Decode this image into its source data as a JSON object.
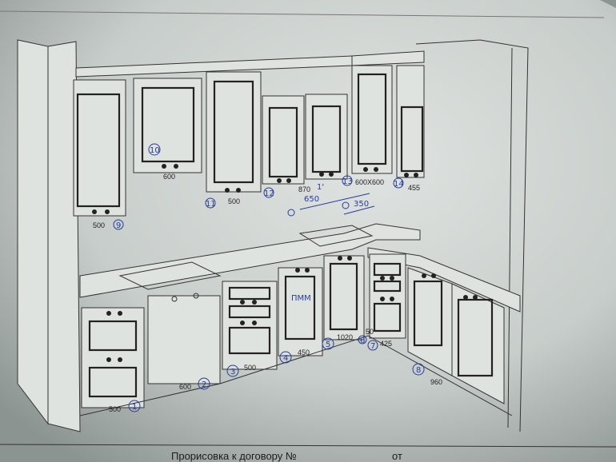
{
  "drawing": {
    "upper_modules": [
      {
        "num": "9",
        "width": "500"
      },
      {
        "num": "10",
        "width": "600"
      },
      {
        "num": "11",
        "width": "500"
      },
      {
        "num": "12",
        "width": "870"
      },
      {
        "num": "13",
        "width": "600X600"
      },
      {
        "num": "14",
        "width": "455"
      }
    ],
    "lower_modules": [
      {
        "num": "1",
        "width": "500"
      },
      {
        "num": "2",
        "width": "600"
      },
      {
        "num": "3",
        "width": "500"
      },
      {
        "num": "4",
        "width": "450"
      },
      {
        "num": "5",
        "width": "1020"
      },
      {
        "num": "6",
        "width": "50"
      },
      {
        "num": "7",
        "width": "425"
      },
      {
        "num": "8",
        "width": "960"
      }
    ],
    "notes": {
      "mark_12": "1'",
      "sink_offset_1": "650",
      "sink_offset_2": "350",
      "dishwasher": "ПММ"
    }
  },
  "footer": {
    "title": "Прорисовка к договору №",
    "from": "от"
  },
  "colors": {
    "paper": "#d3d8d5",
    "ink": "#222222",
    "pen": "#2a3c9a"
  }
}
